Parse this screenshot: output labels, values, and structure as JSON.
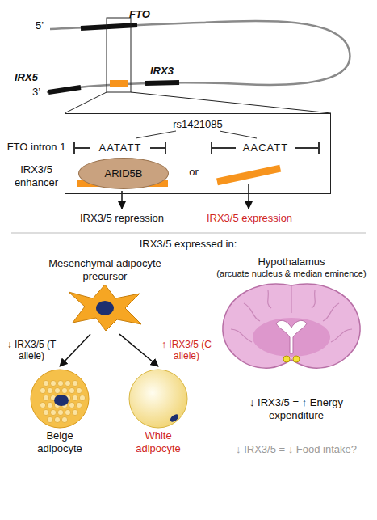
{
  "diagram": {
    "nodes": [
      {
        "text": [
          "rs1421085"
        ]
      },
      {
        "text": [
          "ARID5B"
        ],
        "in": 0
      },
      {
        "text": [
          "Mesenchymal adipocyte precursor"
        ]
      },
      {
        "text": [
          "Beige adipocyte"
        ]
      },
      {
        "text": [
          "White adipocyte"
        ]
      },
      {
        "text": [
          "Hypothalamus",
          "(arcuate nucleus & median eminence)"
        ]
      }
    ],
    "edges": [
      {
        "from": 2,
        "to": 3,
        "arrow": "to",
        "label": "↓ IRX3/5 (T allele)"
      },
      {
        "from": 2,
        "to": 4,
        "arrow": "to",
        "label": "↑ IRX3/5 (C allele)"
      }
    ],
    "labels": [
      "5’",
      "FTO",
      "IRX5",
      "IRX3",
      "3’",
      "FTO intron 1",
      "AATATT",
      "AACATT",
      "IRX3/5 enhancer",
      "or",
      "IRX3/5 repression",
      "IRX3/5 expression",
      "IRX3/5 expressed in:",
      "↓ IRX3/5 = ↑ Energy expenditure",
      "↓ IRX3/5 = ↓ Food intake?"
    ]
  }
}
